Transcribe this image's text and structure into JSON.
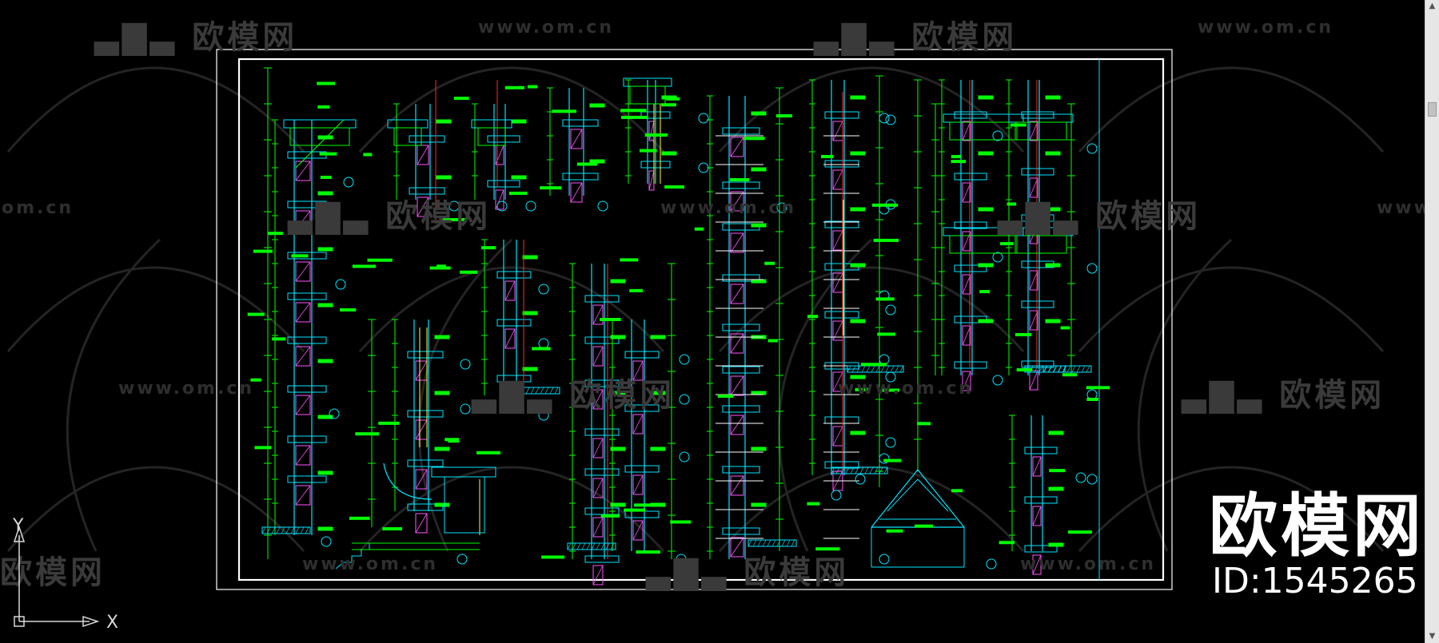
{
  "watermark": {
    "url_text": "www.om.cn",
    "url_text_short": "om.cn",
    "brand_text": "欧模网"
  },
  "branding": {
    "logo_text": "欧模网",
    "id_text": "ID:1545265"
  },
  "ucs": {
    "x_label": "X",
    "y_label": "Y"
  },
  "colors": {
    "background": "#000000",
    "frame": "#ffffff",
    "drawing_primary": "#00ff00",
    "drawing_secondary": "#00e5ff",
    "accent_red": "#ff2a2a",
    "accent_yellow": "#ffff33",
    "hatch_magenta": "#ff55ff"
  },
  "scrollbar": {
    "up_icon": "scroll-up-arrow-icon",
    "down_icon": "scroll-down-arrow-icon"
  }
}
